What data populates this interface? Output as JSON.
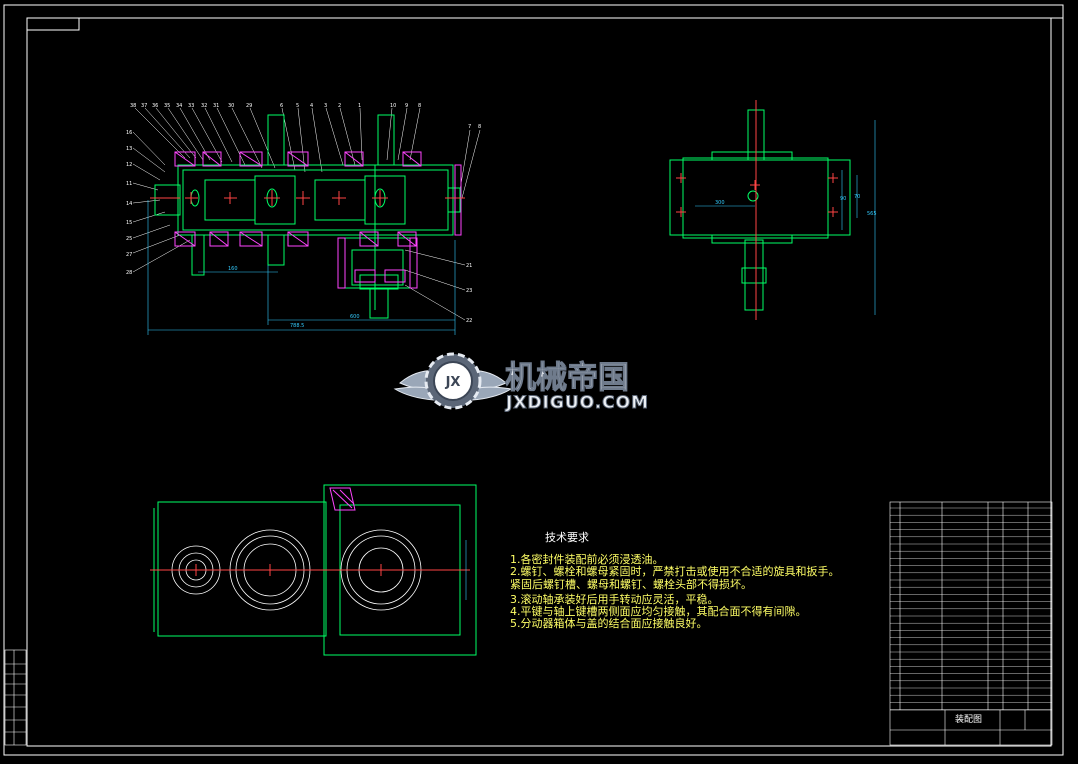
{
  "technical_requirements": {
    "title": "技术要求",
    "items": [
      "1.各密封件装配前必须浸透油。",
      "2.螺钉、螺栓和螺母紧固时，严禁打击或使用不合适的旋具和扳手。",
      "紧固后螺钉槽、螺母和螺钉、螺栓头部不得损坏。",
      "3.滚动轴承装好后用手转动应灵活，平稳。",
      "4.平键与轴上键槽两侧面应均匀接触，其配合面不得有间隙。",
      "5.分动器箱体与盖的结合面应接触良好。"
    ]
  },
  "watermark": {
    "cn": "机械帝国",
    "en": "JXDIGUO.COM",
    "logo": "JX"
  },
  "title_block": {
    "drawing_title": "装配图"
  },
  "colors": {
    "background": "#000000",
    "frame": "#ffffff",
    "outline": "#00ff66",
    "hatch": "#ff44ff",
    "dimension": "#33ccff",
    "text": "#ffff66",
    "center": "#ff4444"
  }
}
